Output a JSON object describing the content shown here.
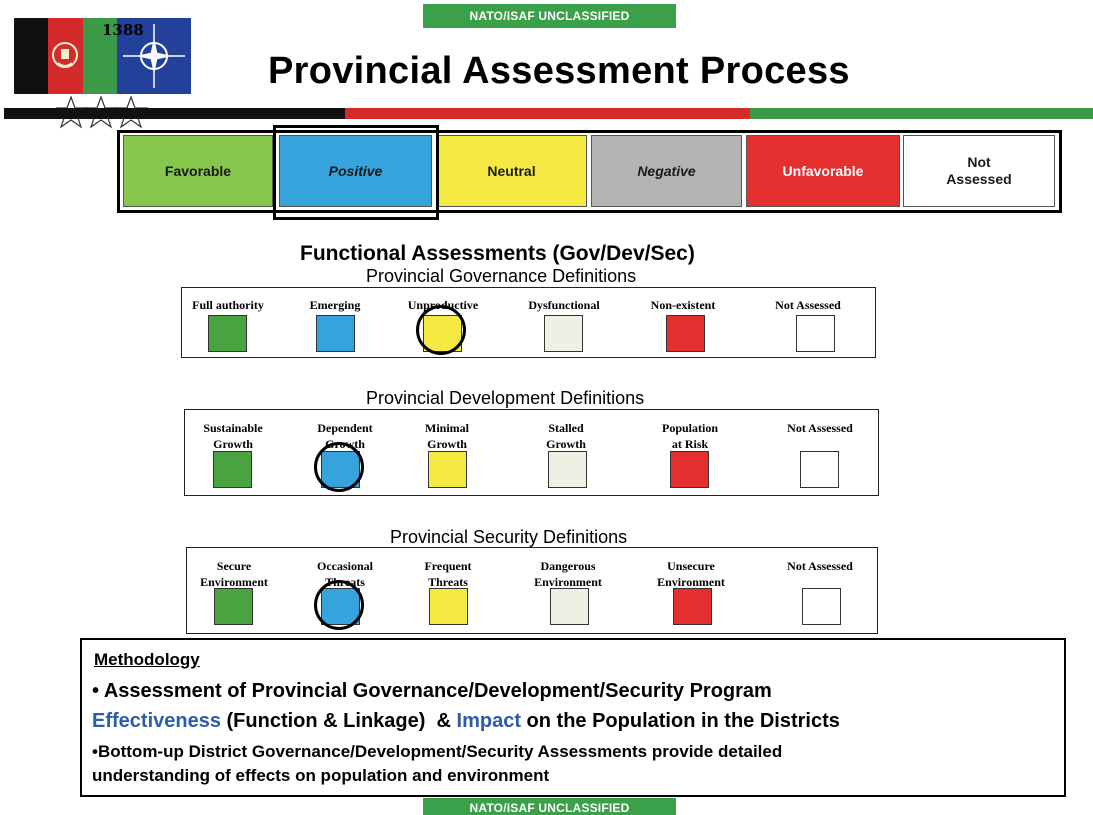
{
  "classification": {
    "top": "NATO/ISAF UNCLASSIFIED",
    "bottom": "NATO/ISAF UNCLASSIFIED"
  },
  "header": {
    "title": "Provincial Assessment Process",
    "flag_year": "1388",
    "afghan_flag_colors": [
      "#111111",
      "#d42a2a",
      "#3a9a48"
    ],
    "nato_flag_color": "#23409a",
    "band_colors": [
      "#111111",
      "#d42a2a",
      "#3a9a48"
    ]
  },
  "rating_legend": {
    "highlighted": "Positive",
    "items": [
      {
        "label": "Favorable",
        "color": "#86c64a",
        "text_color": "#1a1a1a",
        "italic": false
      },
      {
        "label": "Positive",
        "color": "#36a3dd",
        "text_color": "#1a1a1a",
        "italic": true
      },
      {
        "label": "Neutral",
        "color": "#f5ea43",
        "text_color": "#1a1a1a",
        "italic": false
      },
      {
        "label": "Negative",
        "color": "#b3b3b3",
        "text_color": "#1a1a1a",
        "italic": true
      },
      {
        "label": "Unfavorable",
        "color": "#e52f2f",
        "text_color": "#ffffff",
        "italic": false
      },
      {
        "label": "Not\nAssessed",
        "color": "#ffffff",
        "text_color": "#1a1a1a",
        "italic": false
      }
    ]
  },
  "functional": {
    "title": "Functional Assessments (Gov/Dev/Sec)",
    "governance": {
      "title": "Provincial Governance Definitions",
      "circled": "Unproductive",
      "items": [
        {
          "label": "Full authority",
          "color": "#4aa341"
        },
        {
          "label": "Emerging",
          "color": "#36a3dd"
        },
        {
          "label": "Unproductive",
          "color": "#f5ea43"
        },
        {
          "label": "Dysfunctional",
          "color": "#f0efe6"
        },
        {
          "label": "Non-existent",
          "color": "#e52f2f"
        },
        {
          "label": "Not Assessed",
          "color": "#ffffff"
        }
      ]
    },
    "development": {
      "title": "Provincial Development Definitions",
      "circled": "Dependent Growth",
      "items": [
        {
          "label": "Sustainable\nGrowth",
          "color": "#4aa341"
        },
        {
          "label": "Dependent\nGrowth",
          "color": "#36a3dd"
        },
        {
          "label": "Minimal\nGrowth",
          "color": "#f5ea43"
        },
        {
          "label": "Stalled\nGrowth",
          "color": "#f0efe6"
        },
        {
          "label": "Population\nat Risk",
          "color": "#e52f2f"
        },
        {
          "label": "Not Assessed",
          "color": "#ffffff"
        }
      ]
    },
    "security": {
      "title": "Provincial Security Definitions",
      "circled": "Occasional Threats",
      "items": [
        {
          "label": "Secure\nEnvironment",
          "color": "#4aa341"
        },
        {
          "label": "Occasional\nThreats",
          "color": "#36a3dd"
        },
        {
          "label": "Frequent\nThreats",
          "color": "#f5ea43"
        },
        {
          "label": "Dangerous\nEnvironment",
          "color": "#f0efe6"
        },
        {
          "label": "Unsecure\nEnvironment",
          "color": "#e52f2f"
        },
        {
          "label": "Not Assessed",
          "color": "#ffffff"
        }
      ]
    }
  },
  "methodology": {
    "heading": "Methodology",
    "line1": "• Assessment of Provincial Governance/Development/Security Program",
    "line2_effectiveness": "Effectiveness",
    "line2_a": " (Function & Linkage)  & ",
    "line2_impact": "Impact",
    "line2_b": " on the Population in the Districts",
    "line3": "•Bottom-up District Governance/Development/Security Assessments provide detailed",
    "line4": "understanding of effects on population and environment"
  }
}
